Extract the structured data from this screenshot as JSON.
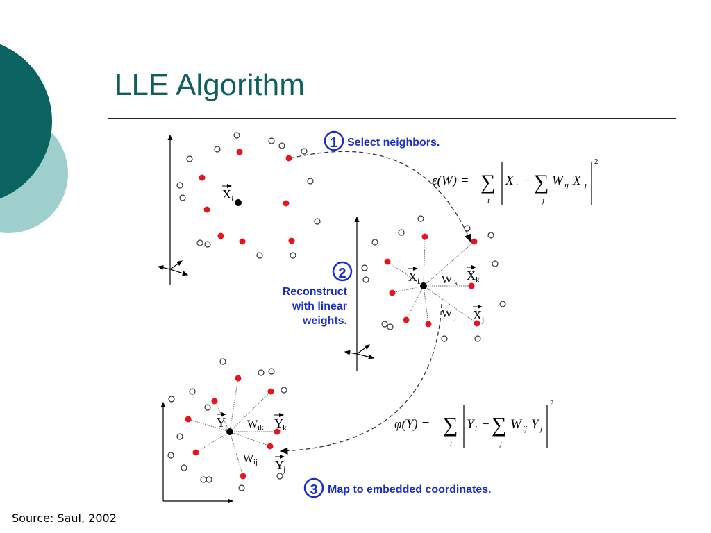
{
  "slide": {
    "title": "LLE Algorithm",
    "source": "Source: Saul, 2002"
  },
  "colors": {
    "teal_dark": "#0b6361",
    "teal_light": "#9fcfcc",
    "title": "#0e6060",
    "step_blue": "#1a2ec8",
    "neighbor_red": "#e8141c",
    "center_black": "#000000"
  },
  "steps": [
    {
      "number": "1",
      "text": "Select neighbors."
    },
    {
      "number": "2",
      "lines": [
        "Reconstruct",
        "with linear",
        "weights."
      ]
    },
    {
      "number": "3",
      "text": "Map to embedded coordinates."
    }
  ],
  "equations": {
    "eps": {
      "lhs": "ε(W) =",
      "sum_outer": "∑",
      "sub_outer": "i",
      "x_i": "X",
      "x_i_sub": "i",
      "minus": "−",
      "sum_inner": "∑",
      "sub_inner": "j",
      "w": "W",
      "w_sub": "ij",
      "x_j": "X",
      "x_j_sub": "j",
      "power": "2"
    },
    "phi": {
      "lhs": "φ(Y) =",
      "sum_outer": "∑",
      "sub_outer": "i",
      "y_i": "Y",
      "y_i_sub": "i",
      "minus": "−",
      "sum_inner": "∑",
      "sub_inner": "j",
      "w": "W",
      "w_sub": "ij",
      "y_j": "Y",
      "y_j_sub": "j",
      "power": "2"
    }
  },
  "labels": {
    "top_xi": {
      "base": "X",
      "sub": "i"
    },
    "mid_xi": {
      "base": "X",
      "sub": "i"
    },
    "mid_xk": {
      "base": "X",
      "sub": "k"
    },
    "mid_xj": {
      "base": "X",
      "sub": "j"
    },
    "mid_wik": {
      "base": "W",
      "sub": "ik"
    },
    "mid_wij": {
      "base": "W",
      "sub": "ij"
    },
    "bot_yi": {
      "base": "Y",
      "sub": "i"
    },
    "bot_yk": {
      "base": "Y",
      "sub": "k"
    },
    "bot_yj": {
      "base": "Y",
      "sub": "j"
    },
    "bot_wik": {
      "base": "W",
      "sub": "ik"
    },
    "bot_wij": {
      "base": "W",
      "sub": "ij"
    }
  }
}
